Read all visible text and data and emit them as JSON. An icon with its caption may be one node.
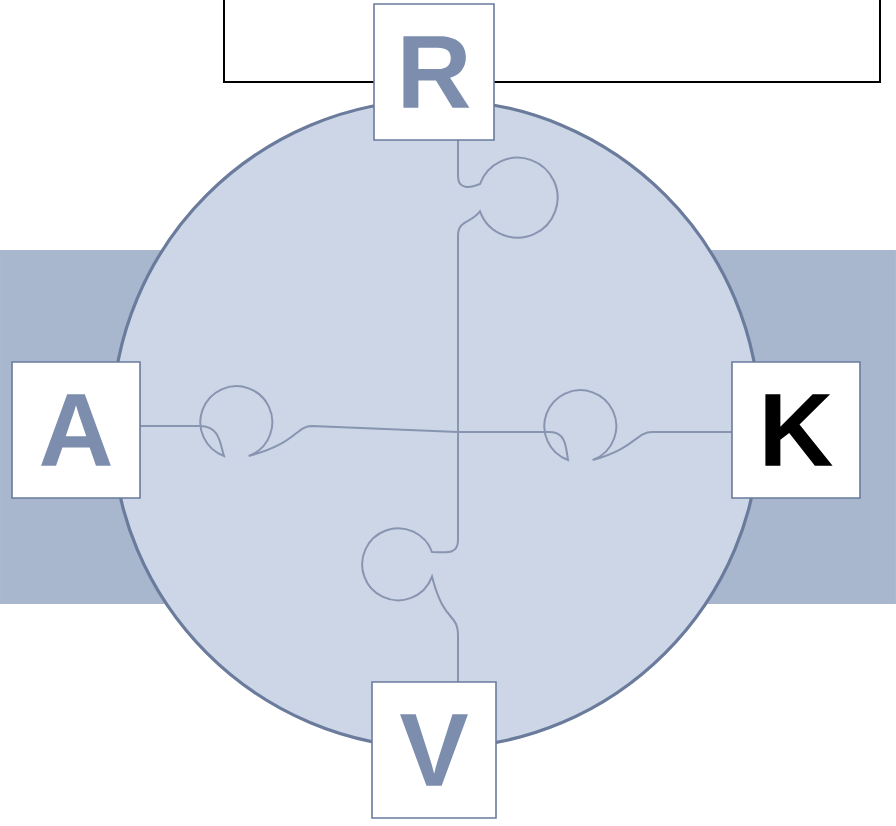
{
  "diagram": {
    "nodes": [
      {
        "text": [],
        "shape": "box"
      },
      {
        "text": [],
        "shape": "circle"
      },
      {
        "text": [
          "R"
        ]
      },
      {
        "text": [
          "A"
        ]
      },
      {
        "text": [
          "K"
        ]
      },
      {
        "text": [
          "V"
        ]
      }
    ]
  }
}
